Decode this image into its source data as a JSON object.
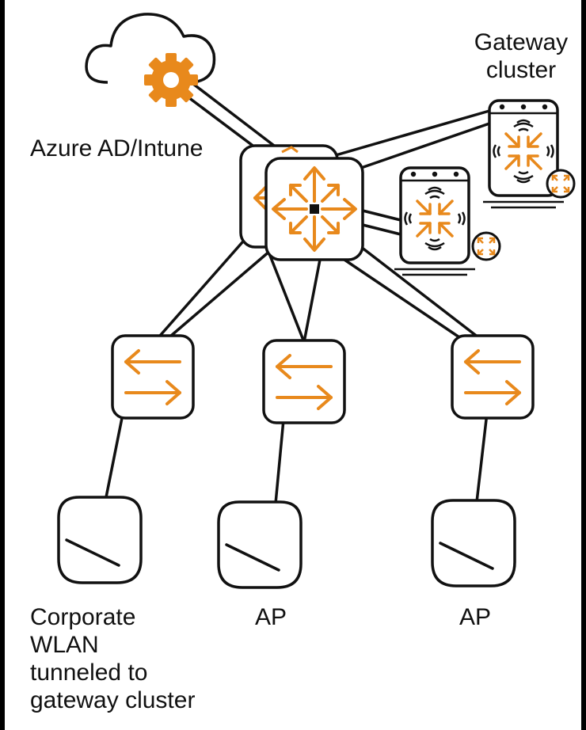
{
  "labels": {
    "azure": "Azure AD/Intune",
    "gateway": "Gateway cluster",
    "corporate_wlan": "Corporate\nWLAN\ntunneled to\ngateway cluster",
    "ap_middle": "AP",
    "ap_right": "AP"
  },
  "colors": {
    "accent": "#E8891C",
    "line": "#111111",
    "background": "#FFFFFF"
  },
  "icons": {
    "cloud": "cloud-icon",
    "gear": "gear-icon",
    "core_switch": "core-switch-icon",
    "gateway": "gateway-icon",
    "access_switch": "switch-icon",
    "access_point": "access-point-icon"
  }
}
